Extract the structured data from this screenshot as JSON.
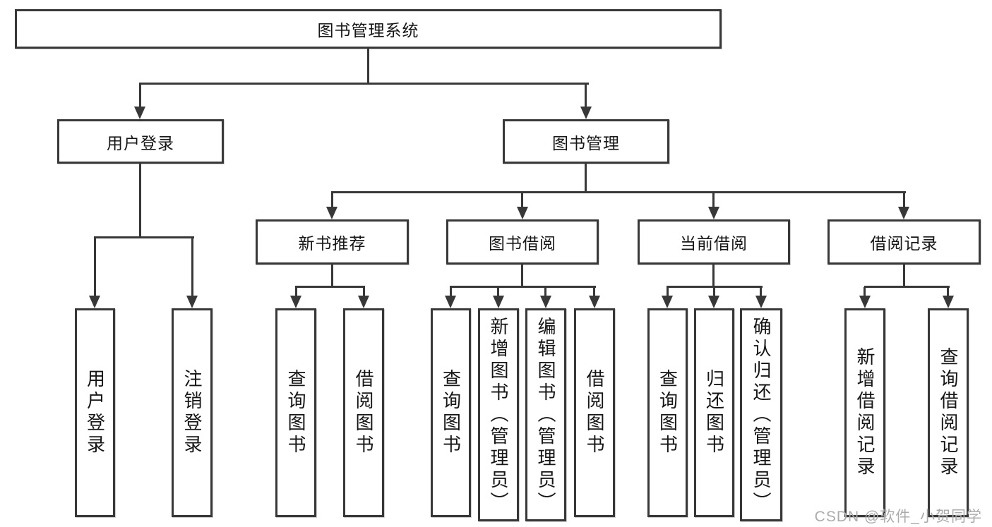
{
  "colors": {
    "line": "#383838",
    "text": "#161616",
    "watermark": "#ababab",
    "background": "#ffffff"
  },
  "watermark": "CSDN @软件_小贺同学",
  "nodes": {
    "root": "图书管理系统",
    "userLogin": "用户登录",
    "bookManagement": "图书管理",
    "newBookRecommend": "新书推荐",
    "bookBorrow": "图书借阅",
    "currentBorrow": "当前借阅",
    "borrowRecords": "借阅记录",
    "leafUserLogin": "用户登录",
    "leafLogout": "注销登录",
    "nbQueryBooks": "查询图书",
    "nbBorrowBooks": "借阅图书",
    "bbQueryBooks": "查询图书",
    "bbAddBooks": "新增图书（管理员）",
    "bbEditBooks": "编辑图书（管理员）",
    "bbBorrowBooks": "借阅图书",
    "cbQueryBooks": "查询图书",
    "cbReturnBooks": "归还图书",
    "cbConfirmReturn": "确认归还（管理员）",
    "brAddRecord": "新增借阅记录",
    "brQueryRecord": "查询借阅记录"
  },
  "hierarchy": {
    "图书管理系统": {
      "用户登录": [
        "用户登录",
        "注销登录"
      ],
      "图书管理": {
        "新书推荐": [
          "查询图书",
          "借阅图书"
        ],
        "图书借阅": [
          "查询图书",
          "新增图书（管理员）",
          "编辑图书（管理员）",
          "借阅图书"
        ],
        "当前借阅": [
          "查询图书",
          "归还图书",
          "确认归还（管理员）"
        ],
        "借阅记录": [
          "新增借阅记录",
          "查询借阅记录"
        ]
      }
    }
  }
}
